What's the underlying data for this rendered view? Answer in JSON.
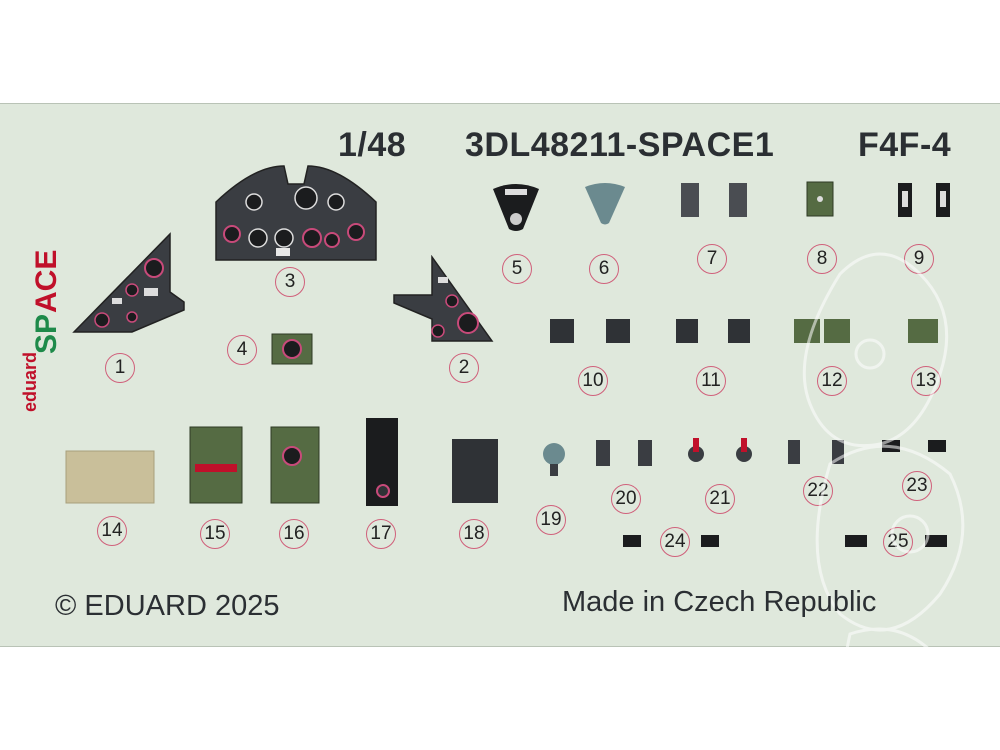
{
  "header": {
    "scale": "1/48",
    "code": "3DL48211-SPACE1",
    "aircraft": "F4F-4"
  },
  "logo": {
    "brand": "eduard",
    "product": "SPACE"
  },
  "footer": {
    "copyright": "© EDUARD 2025",
    "origin": "Made in Czech Republic"
  },
  "part_numbers": [
    "1",
    "2",
    "3",
    "4",
    "5",
    "6",
    "7",
    "8",
    "9",
    "10",
    "11",
    "12",
    "13",
    "14",
    "15",
    "16",
    "17",
    "18",
    "19",
    "20",
    "21",
    "22",
    "23",
    "24",
    "25"
  ],
  "colors": {
    "sheet": "#dfe8dc",
    "panel": "#3a3d42",
    "interior_green": "#556b43",
    "marker": "#d0607b",
    "accent_red": "#c0102a"
  }
}
